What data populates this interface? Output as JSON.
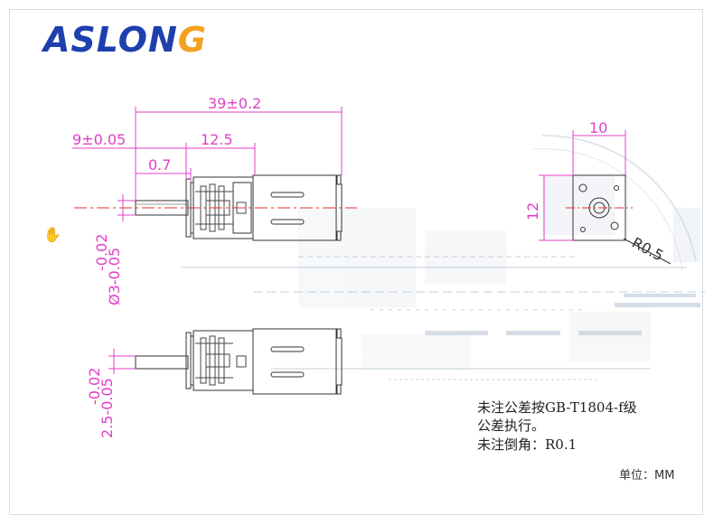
{
  "logo": {
    "text_main": "ASLON",
    "text_accent": "G"
  },
  "colors": {
    "dimension": "#e040c8",
    "centerline": "#e03030",
    "outline": "#333333",
    "logo_blue": "#1e3fae",
    "logo_orange": "#f3a21f"
  },
  "dimensions": {
    "overall_length": "39±0.2",
    "shaft_length": "9±0.05",
    "motor_length": "12.5",
    "flange_thickness": "0.7",
    "shaft_diameter": "Ø3-0.05",
    "shaft_diameter_tol": "-0.02",
    "flat_dim": "2.5-0.05",
    "flat_dim_tol": "-0.02",
    "width": "10",
    "height": "12",
    "corner_radius": "R0.5"
  },
  "notes": {
    "line1": "未注公差按GB-T1804-f级",
    "line2": "公差执行。",
    "line3": "未注倒角：R0.1"
  },
  "unit": "单位：MM",
  "icons": {
    "cursor": "hand-cursor-icon"
  }
}
